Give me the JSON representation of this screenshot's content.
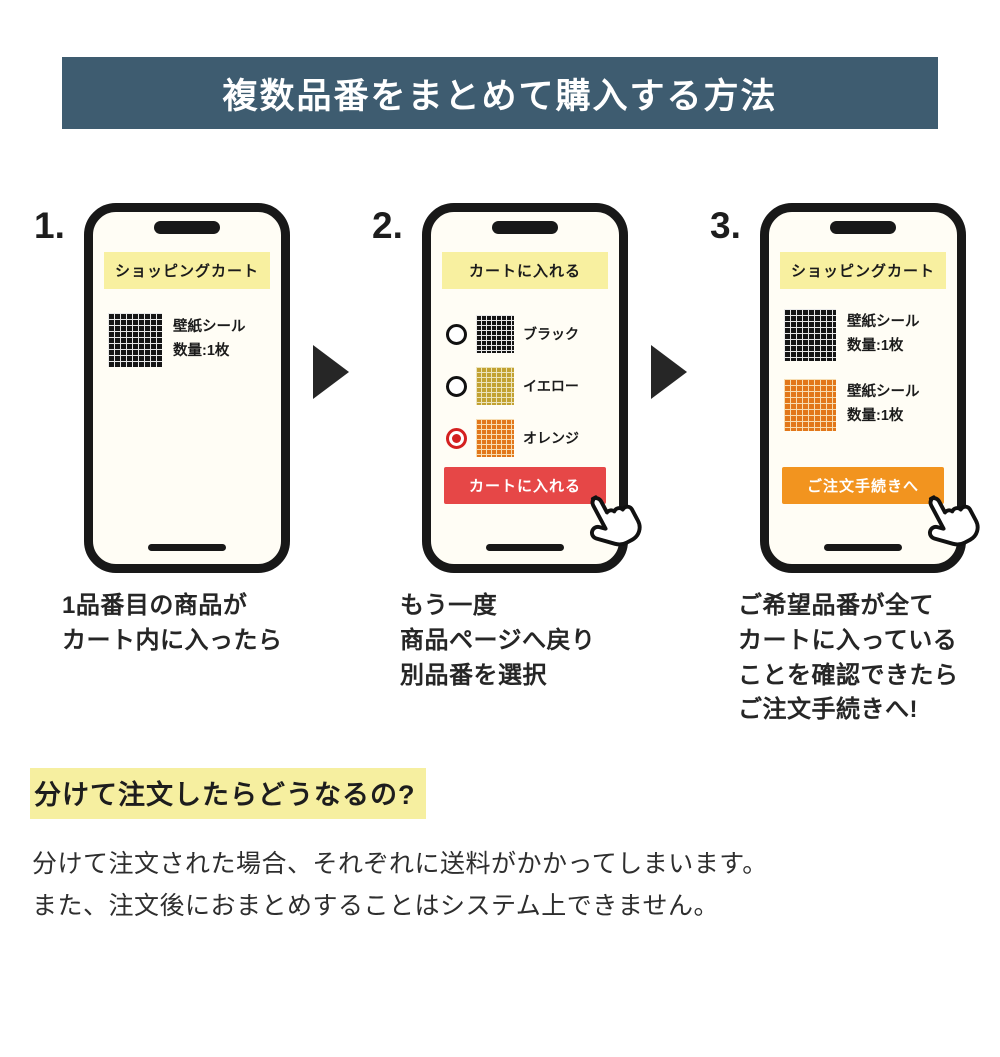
{
  "colors": {
    "header_bg": "#3e5c70",
    "banner_yellow": "#f8f0a0",
    "highlight_yellow": "#f6efa0",
    "button_red": "#e64747",
    "button_orange": "#f2941f",
    "radio_selected_red": "#d42020",
    "arrow_black": "#262626"
  },
  "header": {
    "title": "複数品番をまとめて購入する方法"
  },
  "steps": [
    {
      "number": "1.",
      "phone": {
        "banner": "ショッピングカート",
        "items": [
          {
            "swatch": "black",
            "name": "壁紙シール",
            "qty": "数量:1枚"
          }
        ]
      },
      "caption_lines": [
        "1品番目の商品が",
        "カート内に入ったら"
      ]
    },
    {
      "number": "2.",
      "phone": {
        "banner": "カートに入れる",
        "options": [
          {
            "selected": false,
            "swatch": "black",
            "label": "ブラック"
          },
          {
            "selected": false,
            "swatch": "yellow",
            "label": "イエロー"
          },
          {
            "selected": true,
            "swatch": "orange",
            "label": "オレンジ"
          }
        ],
        "button_label": "カートに入れる"
      },
      "caption_lines": [
        "もう一度",
        "商品ページへ戻り",
        "別品番を選択"
      ]
    },
    {
      "number": "3.",
      "phone": {
        "banner": "ショッピングカート",
        "items": [
          {
            "swatch": "black",
            "name": "壁紙シール",
            "qty": "数量:1枚"
          },
          {
            "swatch": "orange",
            "name": "壁紙シール",
            "qty": "数量:1枚"
          }
        ],
        "button_label": "ご注文手続きへ"
      },
      "caption_lines": [
        "ご希望品番が全て",
        "カートに入っている",
        "ことを確認できたら",
        "ご注文手続きへ!"
      ]
    }
  ],
  "footer": {
    "heading": "分けて注文したらどうなるの?",
    "body_lines": [
      "分けて注文された場合、それぞれに送料がかかってしまいます。",
      "また、注文後におまとめすることはシステム上できません。"
    ]
  }
}
